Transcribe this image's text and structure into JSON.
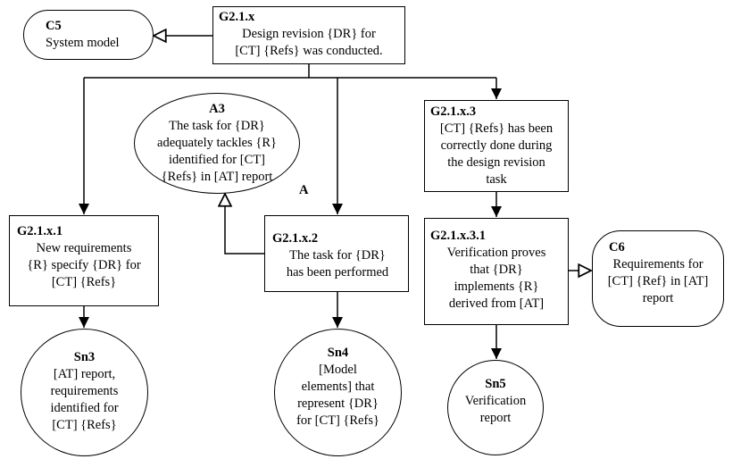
{
  "nodes": {
    "g21x": {
      "id": "G2.1.x",
      "text": "Design revision {DR} for\n[CT] {Refs} was conducted."
    },
    "c5": {
      "id": "C5",
      "text": "System model"
    },
    "a3": {
      "id": "A3",
      "text": "The task for {DR}\nadequately tackles {R}\nidentified for [CT]\n{Refs} in [AT] report",
      "marker": "A"
    },
    "g21x1": {
      "id": "G2.1.x.1",
      "text": "New requirements\n{R} specify {DR} for\n[CT] {Refs}"
    },
    "g21x2": {
      "id": "G2.1.x.2",
      "text": "The task for {DR}\nhas been performed"
    },
    "g21x3": {
      "id": "G2.1.x.3",
      "text": "[CT] {Refs} has been\ncorrectly done during\nthe design revision\ntask"
    },
    "g21x31": {
      "id": "G2.1.x.3.1",
      "text": "Verification proves\nthat {DR}\nimplements {R}\nderived from [AT]"
    },
    "c6": {
      "id": "C6",
      "text": "Requirements for\n[CT] {Ref} in [AT]\nreport"
    },
    "sn3": {
      "id": "Sn3",
      "text": "[AT] report,\nrequirements\nidentified for\n[CT] {Refs}"
    },
    "sn4": {
      "id": "Sn4",
      "text": "[Model\nelements] that\nrepresent {DR}\nfor [CT] {Refs}"
    },
    "sn5": {
      "id": "Sn5",
      "text": "Verification\nreport"
    }
  }
}
